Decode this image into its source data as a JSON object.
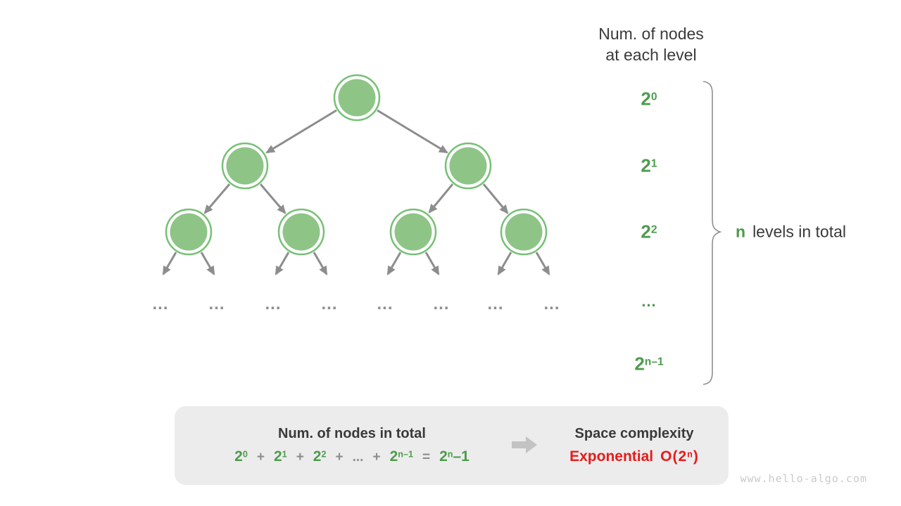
{
  "colors": {
    "green_text": "#4e9b4e",
    "node_fill": "#8ec587",
    "node_ring": "#76c076",
    "edge_gray": "#8d8d8d",
    "text_dark": "#3a3a3a",
    "box_bg": "#ececec",
    "red": "#e81b1b",
    "big_arrow_gray": "#c3c3c3",
    "watermark_gray": "#cacaca"
  },
  "right_panel": {
    "header_line1": "Num. of nodes",
    "header_line2": "at each level",
    "levels": [
      {
        "base": "2",
        "exp": "0"
      },
      {
        "base": "2",
        "exp": "1"
      },
      {
        "base": "2",
        "exp": "2"
      },
      {
        "dots": "..."
      },
      {
        "base": "2",
        "exp": "n–1"
      }
    ],
    "brace_label": {
      "n": "n",
      "rest": "levels in total"
    }
  },
  "tree": {
    "ellipses": [
      "...",
      "...",
      "...",
      "...",
      "...",
      "...",
      "...",
      "..."
    ]
  },
  "summary_box": {
    "left_title": "Num. of nodes in total",
    "formula": {
      "terms": [
        {
          "base": "2",
          "exp": "0"
        },
        {
          "base": "2",
          "exp": "1"
        },
        {
          "base": "2",
          "exp": "2"
        }
      ],
      "plus": "+",
      "dots": "...",
      "last_term": {
        "base": "2",
        "exp": "n–1"
      },
      "equals": "=",
      "result": {
        "base": "2",
        "exp": "n",
        "suffix": "–1"
      }
    },
    "right_title": "Space complexity",
    "complexity": {
      "label": "Exponential",
      "o_prefix": "O(2",
      "o_exp": "n",
      "o_suffix": ")"
    }
  },
  "watermark": "www.hello-algo.com"
}
